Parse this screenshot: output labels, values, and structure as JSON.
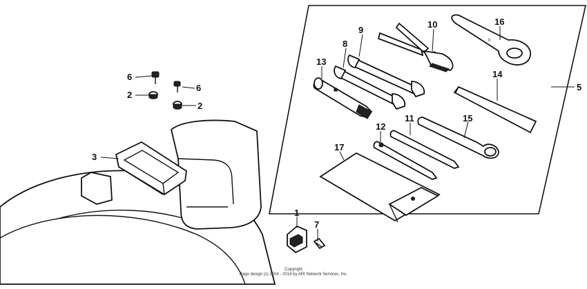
{
  "callouts": {
    "c1": "1",
    "c2a": "2",
    "c2b": "2",
    "c3": "3",
    "c5": "5",
    "c6a": "6",
    "c6b": "6",
    "c7": "7",
    "c8": "8",
    "c9": "9",
    "c10": "10",
    "c11": "11",
    "c12": "12",
    "c13": "13",
    "c14": "14",
    "c15": "15",
    "c16": "16",
    "c17": "17"
  },
  "copyright": {
    "line1": "Copyright",
    "line2": "Page design (c) 2004 - 2014 by ARI Network Services, Inc."
  }
}
